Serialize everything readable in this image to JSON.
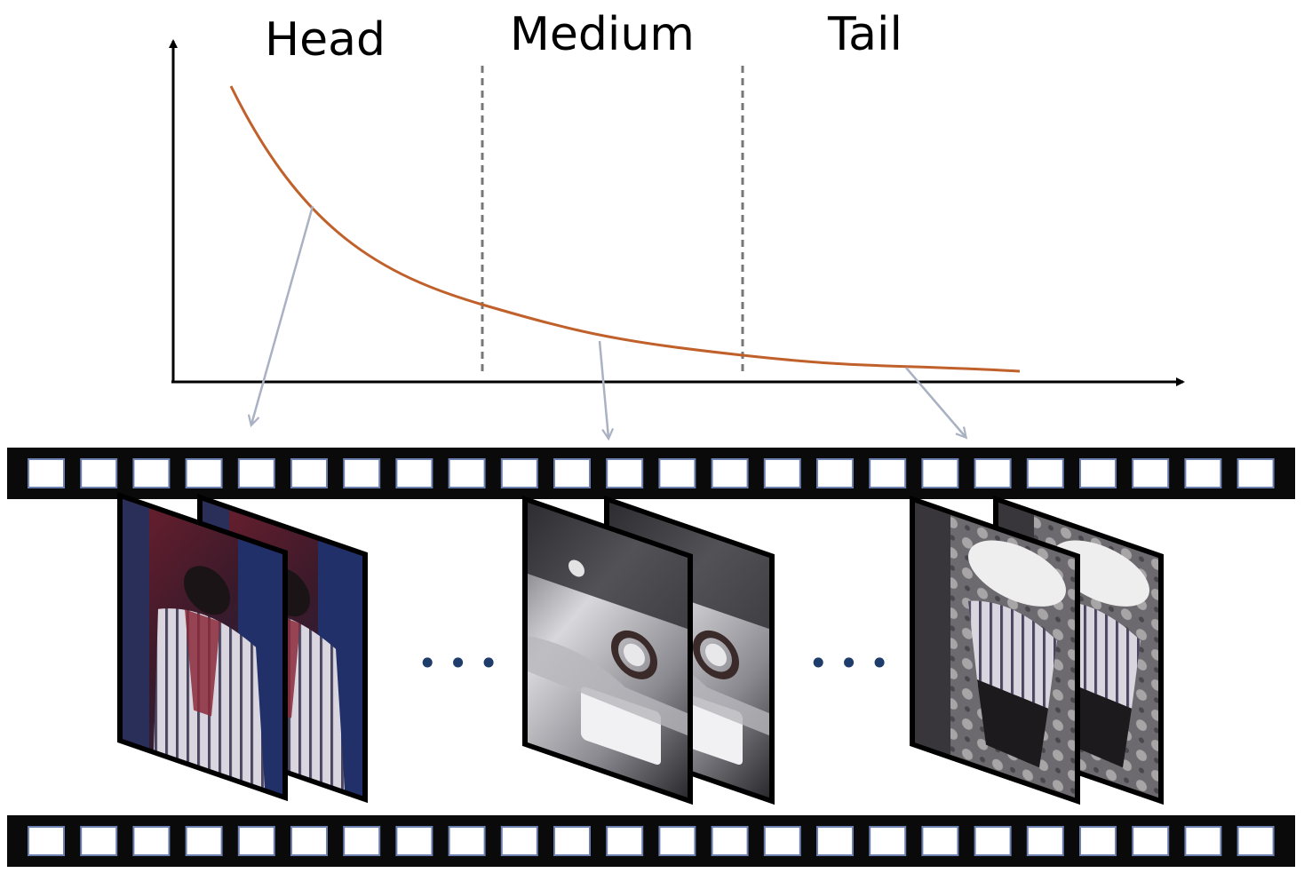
{
  "labels": {
    "head": "Head",
    "medium": "Medium",
    "tail": "Tail"
  },
  "ellipsis": {
    "left": "•••",
    "right": "•••"
  },
  "colors": {
    "curve": "#c0602a",
    "axis": "#000000",
    "divider": "#777777",
    "connector": "#a9b1c3",
    "film": "#0a0a0a",
    "sprocket": "#ffffff",
    "sprocket_border": "#6b7fb0",
    "dots": "#1f3d6b"
  },
  "clip_groups": [
    {
      "name": "head-clip",
      "tone": "red-blue indoor scene"
    },
    {
      "name": "medium-clip",
      "tone": "gray bathroom scene"
    },
    {
      "name": "tail-clip",
      "tone": "overhead floor scene"
    }
  ]
}
